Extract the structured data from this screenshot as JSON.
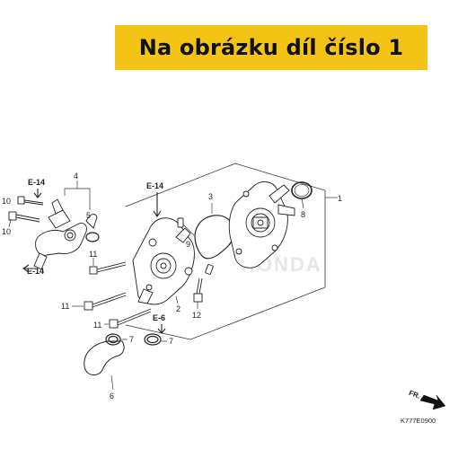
{
  "banner": {
    "text": "Na obrázku díl číslo 1"
  },
  "diagram_code": "K777E0900",
  "direction_label": "FR.",
  "watermark": "HONDA",
  "refs": {
    "e14_left_top": "E-14",
    "e14_left_bottom": "E-14",
    "e14_center": "E-14",
    "e6": "E-6"
  },
  "callouts": {
    "c1": "1",
    "c2": "2",
    "c3": "3",
    "c4": "4",
    "c5": "5",
    "c6": "6",
    "c7a": "7",
    "c7b": "7",
    "c8": "8",
    "c9": "9",
    "c10a": "10",
    "c10b": "10",
    "c11a": "11",
    "c11b": "11",
    "c11c": "11",
    "c12": "12"
  },
  "colors": {
    "banner": "#f3c315",
    "line": "#2b2b2b",
    "watermark": "#e6e6e6"
  }
}
